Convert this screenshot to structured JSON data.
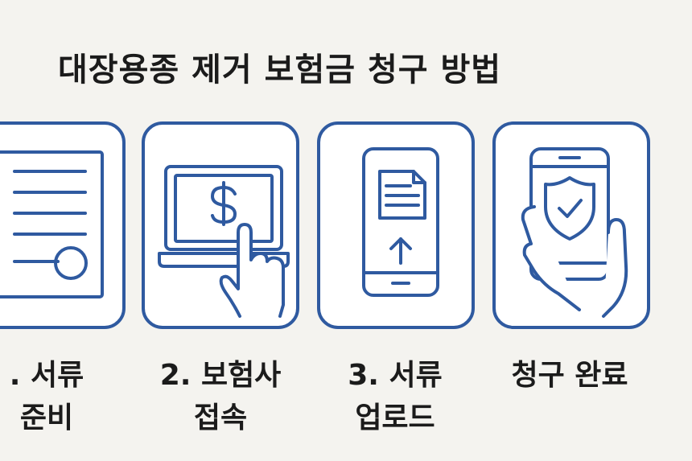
{
  "title": "대장용종 제거 보험금 청구 방법",
  "steps": [
    {
      "line1": ". 서류",
      "line2": "준비",
      "icon": "document-icon"
    },
    {
      "line1": "2. 보험사",
      "line2": "접속",
      "icon": "laptop-payment-icon"
    },
    {
      "line1": "3. 서류",
      "line2": "업로드",
      "icon": "phone-upload-icon"
    },
    {
      "line1": "청구 완료",
      "line2": "",
      "icon": "phone-shield-check-icon"
    }
  ],
  "colors": {
    "accent": "#2f5aa0",
    "background": "#f4f3ef",
    "text": "#1b1b1b"
  }
}
